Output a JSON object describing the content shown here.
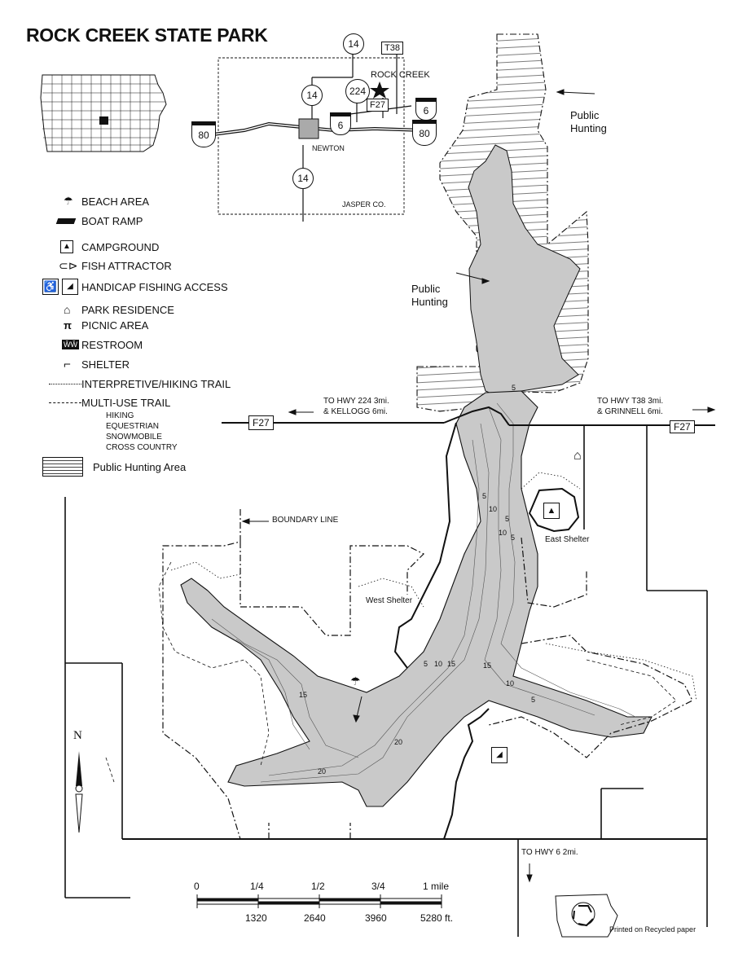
{
  "title": "ROCK CREEK STATE PARK",
  "inset": {
    "highways": [
      "14",
      "224",
      "14",
      "6",
      "6",
      "80",
      "80",
      "14"
    ],
    "county_road": "F27",
    "trunk": "T38",
    "park_label": "ROCK CREEK",
    "city": "NEWTON",
    "county": "JASPER CO."
  },
  "legend": {
    "items": [
      {
        "icon": "beach-umbrella-icon",
        "label": "BEACH AREA"
      },
      {
        "icon": "boat-ramp-icon",
        "label": "BOAT RAMP"
      },
      {
        "icon": "tent-icon",
        "label": "CAMPGROUND"
      },
      {
        "icon": "fish-icon",
        "label": "FISH ATTRACTOR"
      },
      {
        "icon": "wheelchair-icon",
        "label": "HANDICAP FISHING ACCESS"
      },
      {
        "icon": "house-icon",
        "label": "PARK RESIDENCE"
      },
      {
        "icon": "picnic-table-icon",
        "label": "PICNIC AREA"
      },
      {
        "icon": "restroom-icon",
        "label": "RESTROOM"
      },
      {
        "icon": "shelter-icon",
        "label": "SHELTER"
      },
      {
        "icon": "dotted-line-icon",
        "label": "INTERPRETIVE/HIKING TRAIL"
      },
      {
        "icon": "dashed-line-icon",
        "label": "MULTI-USE TRAIL"
      }
    ],
    "multi_use_types": [
      "HIKING",
      "EQUESTRIAN",
      "SNOWMOBILE",
      "CROSS COUNTRY"
    ],
    "hunting_area": "Public Hunting Area"
  },
  "map_labels": {
    "public_hunting_1": "Public\nHunting",
    "public_hunting_2": "Public\nHunting",
    "to_hwy_224": "TO HWY 224   3mi.",
    "kellogg": "& KELLOGG   6mi.",
    "to_hwy_t38": "TO HWY T38   3mi.",
    "grinnell": "& GRINNELL   6mi.",
    "f27_left": "F27",
    "f27_right": "F27",
    "boundary_line": "BOUNDARY LINE",
    "west_shelter": "West Shelter",
    "east_shelter": "East Shelter",
    "to_hwy_6": "TO HWY 6   2mi.",
    "north": "N",
    "recycled": "Printed on Recycled paper"
  },
  "depths": [
    "5",
    "5",
    "10",
    "5",
    "5",
    "10",
    "15",
    "5",
    "10",
    "15",
    "15",
    "10",
    "5",
    "20",
    "20"
  ],
  "scale": {
    "miles": [
      "0",
      "1/4",
      "1/2",
      "3/4",
      "1 mile"
    ],
    "feet": [
      "1320",
      "2640",
      "3960",
      "5280 ft."
    ]
  },
  "colors": {
    "water": "#c9c9c9",
    "ink": "#111111",
    "paper": "#ffffff"
  }
}
